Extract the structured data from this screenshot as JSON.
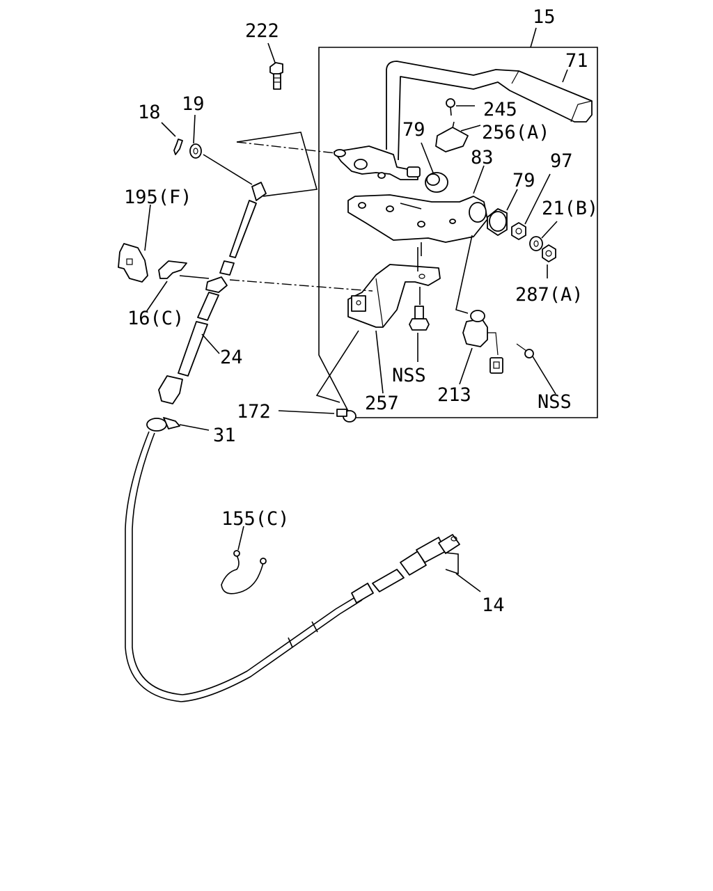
{
  "diagram": {
    "callouts": [
      {
        "id": "c15",
        "label": "15"
      },
      {
        "id": "c71",
        "label": "71"
      },
      {
        "id": "c222",
        "label": "222"
      },
      {
        "id": "c18",
        "label": "18"
      },
      {
        "id": "c19",
        "label": "19"
      },
      {
        "id": "c245",
        "label": "245"
      },
      {
        "id": "c256a",
        "label": "256(A)"
      },
      {
        "id": "c79a",
        "label": "79"
      },
      {
        "id": "c83",
        "label": "83"
      },
      {
        "id": "c97",
        "label": "97"
      },
      {
        "id": "c79b",
        "label": "79"
      },
      {
        "id": "c21b",
        "label": "21(B)"
      },
      {
        "id": "c195f",
        "label": "195(F)"
      },
      {
        "id": "c287a",
        "label": "287(A)"
      },
      {
        "id": "c16c",
        "label": "16(C)"
      },
      {
        "id": "c24",
        "label": "24"
      },
      {
        "id": "c nss1",
        "label": "NSS"
      },
      {
        "id": "c213",
        "label": "213"
      },
      {
        "id": "c257",
        "label": "257"
      },
      {
        "id": "c nss2",
        "label": "NSS"
      },
      {
        "id": "c172",
        "label": "172"
      },
      {
        "id": "c31",
        "label": "31"
      },
      {
        "id": "c155c",
        "label": "155(C)"
      },
      {
        "id": "c14",
        "label": "14"
      }
    ]
  }
}
